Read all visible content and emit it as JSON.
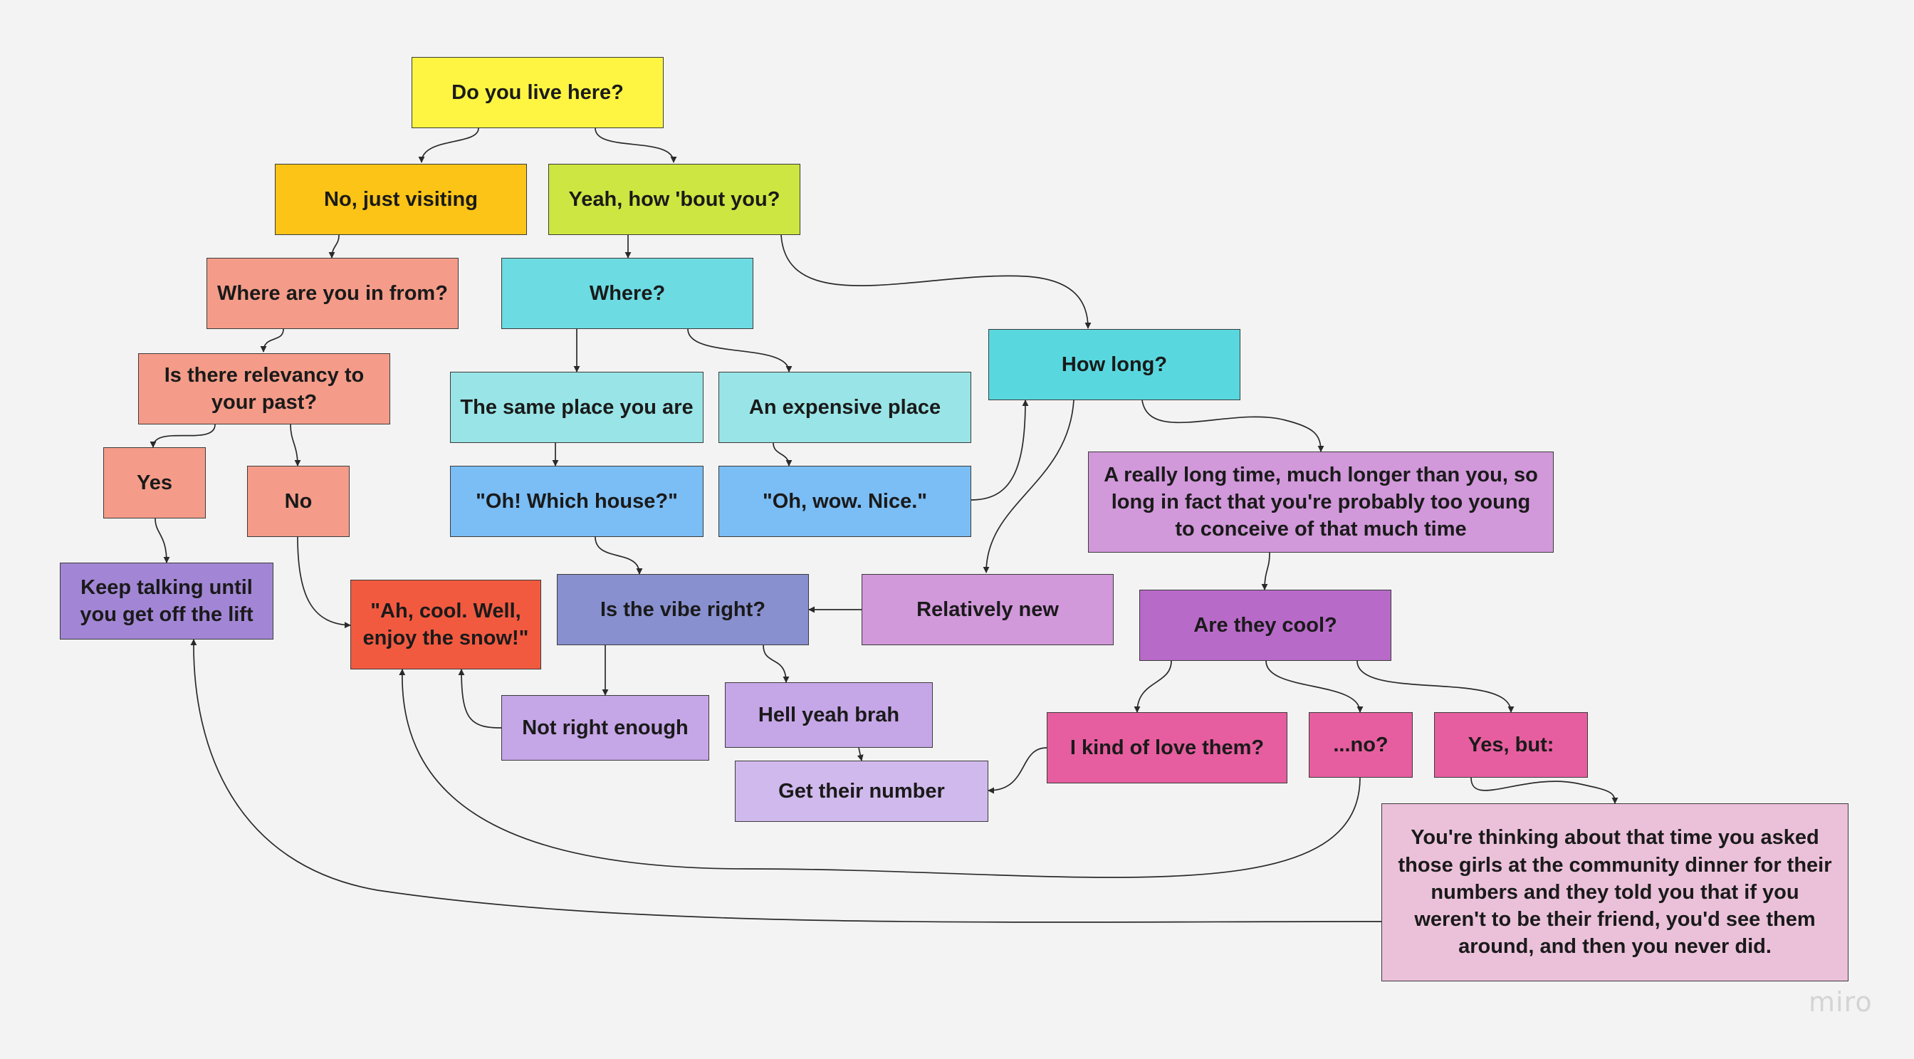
{
  "colors": {
    "yellow": "#fdf542",
    "orange": "#fbc416",
    "lime": "#cde641",
    "salmon": "#f49c89",
    "teal": "#6cdbe2",
    "teal_strong": "#58d8de",
    "teal_light": "#99e4e6",
    "blue": "#7bbdf5",
    "periwinkle": "#8890cf",
    "purple_light": "#c5a6e6",
    "purple_pale": "#d0b9ec",
    "lavender": "#d198da",
    "purple": "#b86ac8",
    "magenta": "#e65e9f",
    "pink_light": "#ebc1da",
    "red": "#f25a40",
    "violet": "#a286d5"
  },
  "nodes": {
    "do_you_live_here": "Do you live here?",
    "no_just_visiting": "No, just visiting",
    "yeah_how_bout_you": "Yeah, how 'bout you?",
    "where_are_you_from": "Where are you in from?",
    "where": "Where?",
    "is_there_relevancy": "Is there relevancy to your past?",
    "same_place": "The same place you are",
    "expensive_place": "An expensive place",
    "how_long": "How long?",
    "yes": "Yes",
    "no": "No",
    "which_house": "\"Oh! Which house?\"",
    "oh_wow_nice": "\"Oh, wow. Nice.\"",
    "really_long_time": "A really long time, much longer than you, so long in fact that you're probably too young to conceive of that much time",
    "keep_talking": "Keep talking until you get off the lift",
    "ah_cool": "\"Ah, cool. Well, enjoy the snow!\"",
    "vibe_right": "Is the vibe right?",
    "relatively_new": "Relatively new",
    "are_they_cool": "Are they cool?",
    "not_right_enough": "Not right enough",
    "hell_yeah": "Hell yeah brah",
    "get_number": "Get their number",
    "love_them": "I kind of love them?",
    "no_question": "...no?",
    "yes_but": "Yes, but:",
    "thinking_about": "You're thinking about that time you asked those girls at the community dinner for their numbers and they told you that if you weren't to be their friend, you'd see them around, and then you never did."
  },
  "logo": "miro"
}
